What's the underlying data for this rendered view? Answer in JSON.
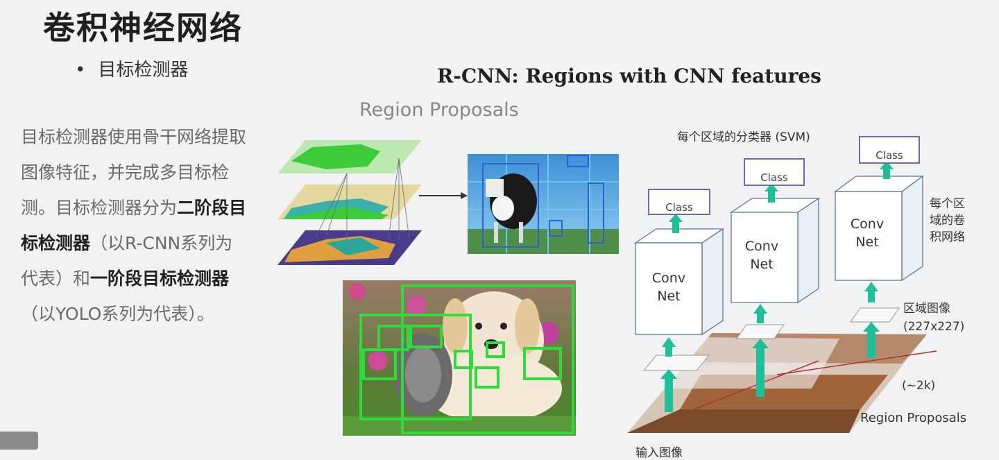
{
  "slide": {
    "title": "卷积神经网络",
    "bullet": "目标检测器"
  },
  "body_text": {
    "part1": "目标检测器使用骨干网络提取图像特征，并完成多目标检测。目标检测器分为",
    "bold1": "二阶段目标检测器",
    "part2": "（以R-CNN系列为代表）和",
    "bold2": "一阶段目标检测器",
    "part3": "（以YOLO系列为代表）。"
  },
  "rcnn": {
    "title": "R-CNN: Regions with CNN features",
    "region_proposals_top": "Region Proposals",
    "svm_label": "每个区域的分类器 (SVM)",
    "class_label": "Class",
    "conv_net_line1": "Conv",
    "conv_net_line2": "Net",
    "conv_per_region_line1": "每个区",
    "conv_per_region_line2": "域的卷",
    "conv_per_region_line3": "积网络",
    "region_image_line1": "区域图像",
    "region_image_line2": "(227x227)",
    "count_label": "(~2k)",
    "region_proposals_bottom": "Region Proposals",
    "input_image": "输入图像"
  },
  "colors": {
    "accent_teal": "#1fbf9a",
    "box_green": "#2ddc3a",
    "class_border": "#6b6ab8"
  }
}
